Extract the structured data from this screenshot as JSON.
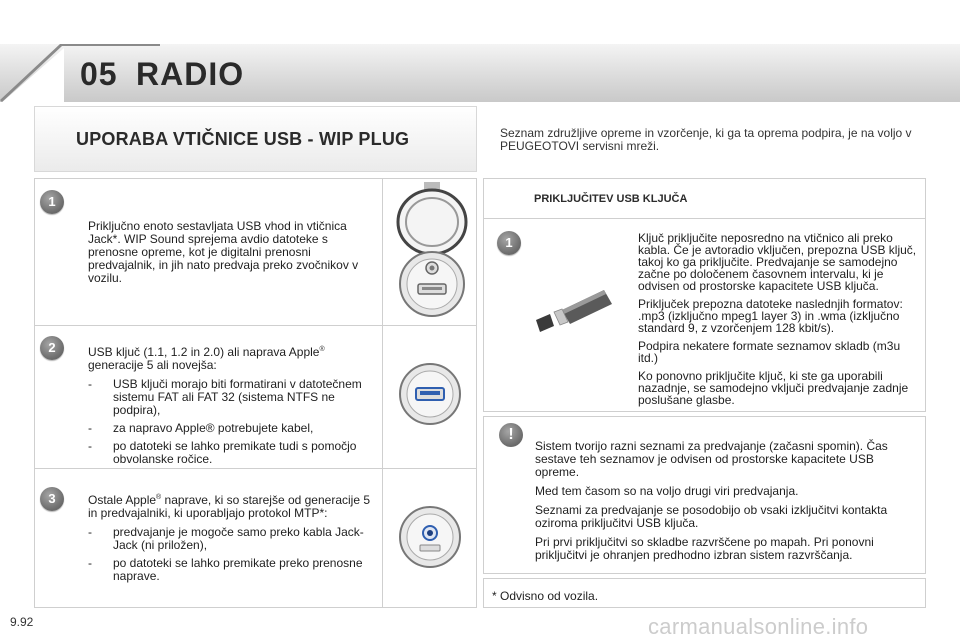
{
  "header": {
    "chapter_number": "05",
    "chapter_title": "RADIO"
  },
  "section": {
    "title": "UPORABA VTIČNICE USB - WIP PLUG",
    "intro": "Seznam združljive opreme in vzorčenje, ki ga ta oprema podpira, je na voljo v PEUGEOTOVI servisni mreži."
  },
  "steps": [
    {
      "number": "1",
      "text": "Priključno enoto sestavljata USB vhod in vtičnica Jack*. WIP Sound sprejema avdio datoteke s prenosne opreme, kot je digitalni prenosni predvajalnik, in jih nato predvaja preko zvočnikov v vozilu.",
      "image": "usb-jack-socket-with-cover"
    },
    {
      "number": "2",
      "text_before": "USB ključ (1.1, 1.2 in 2.0) ali naprava Apple",
      "sup": "®",
      "text_after": " generacije 5 ali novejša:",
      "bullets": [
        "USB ključi morajo biti formatirani v datotečnem sistemu FAT ali FAT 32 (sistema NTFS ne podpira),",
        "za napravo Apple® potrebujete kabel,",
        "po datoteki se lahko premikate tudi s pomočjo obvolanske ročice."
      ],
      "bullet_dash": "-",
      "image": "usb-port"
    },
    {
      "number": "3",
      "text_before": "Ostale Apple",
      "sup": "®",
      "text_after": " naprave, ki so starejše od generacije 5 in predvajalniki, ki uporabljajo protokol MTP*:",
      "bullets": [
        "predvajanje je mogoče samo preko kabla Jack-Jack (ni priložen),",
        "po datoteki se lahko premikate preko prenosne naprave."
      ],
      "bullet_dash": "-",
      "image": "jack-socket"
    }
  ],
  "usb_section": {
    "title": "PRIKLJUČITEV USB KLJUČA",
    "step_number": "1",
    "paragraphs": [
      "Ključ priključite neposredno na vtičnico ali preko kabla. Če je avtoradio vključen, prepozna USB ključ, takoj ko ga priključite. Predvajanje se samodejno začne po določenem časovnem intervalu, ki je odvisen od prostorske kapacitete USB ključa.",
      "Priključek prepozna datoteke naslednjih formatov: .mp3 (izključno mpeg1 layer 3) in .wma (izključno standard 9, z vzorčenjem 128 kbit/s).",
      "Podpira nekatere formate seznamov skladb (m3u itd.)",
      "Ko ponovno priključite ključ, ki ste ga uporabili nazadnje, se samodejno vključi predvajanje zadnje poslušane glasbe."
    ],
    "image": "usb-stick"
  },
  "warning": {
    "symbol": "!",
    "paragraphs": [
      "Sistem tvorijo razni seznami za predvajanje (začasni spomin). Čas sestave teh seznamov je odvisen od prostorske kapacitete USB opreme.",
      "Med tem časom so na voljo drugi viri predvajanja.",
      "Seznami za predvajanje se posodobijo ob vsaki izključitvi kontakta oziroma priključitvi USB ključa.",
      "Pri prvi priključitvi so skladbe razvrščene po mapah. Pri ponovni priključitvi je ohranjen predhodno izbran sistem razvrščanja."
    ]
  },
  "footnote": "* Odvisno od vozila.",
  "page_number": "9.92",
  "watermark": "carmanualsonline.info",
  "colors": {
    "badge": "#7a7a7a",
    "border": "#cfcfcf",
    "header_band": "#d9d9d9"
  }
}
